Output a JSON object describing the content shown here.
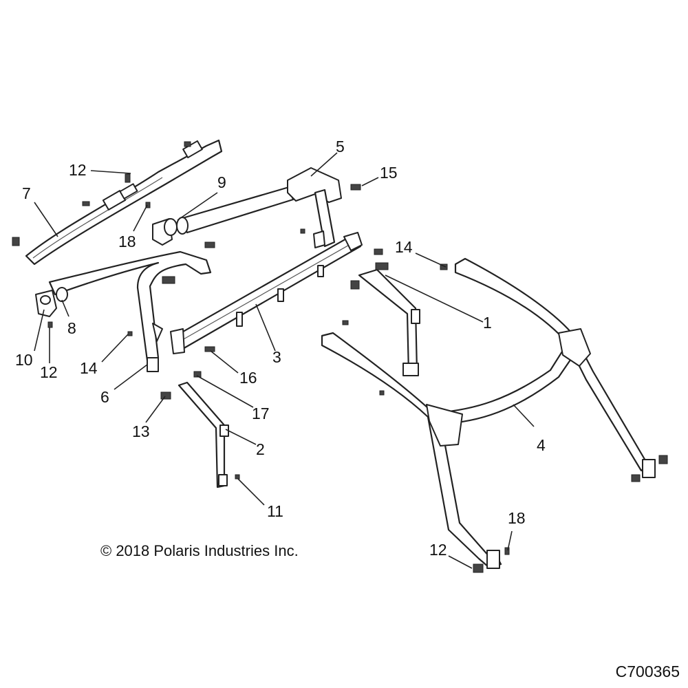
{
  "diagram": {
    "callouts": [
      {
        "id": "c1",
        "label": "1"
      },
      {
        "id": "c2",
        "label": "2"
      },
      {
        "id": "c3",
        "label": "3"
      },
      {
        "id": "c4",
        "label": "4"
      },
      {
        "id": "c5",
        "label": "5"
      },
      {
        "id": "c6",
        "label": "6"
      },
      {
        "id": "c7",
        "label": "7"
      },
      {
        "id": "c8",
        "label": "8"
      },
      {
        "id": "c9",
        "label": "9"
      },
      {
        "id": "c10",
        "label": "10"
      },
      {
        "id": "c11",
        "label": "11"
      },
      {
        "id": "c12a",
        "label": "12"
      },
      {
        "id": "c12b",
        "label": "12"
      },
      {
        "id": "c12c",
        "label": "12"
      },
      {
        "id": "c13",
        "label": "13"
      },
      {
        "id": "c14a",
        "label": "14"
      },
      {
        "id": "c14b",
        "label": "14"
      },
      {
        "id": "c15",
        "label": "15"
      },
      {
        "id": "c16",
        "label": "16"
      },
      {
        "id": "c17",
        "label": "17"
      },
      {
        "id": "c18a",
        "label": "18"
      },
      {
        "id": "c18b",
        "label": "18"
      }
    ],
    "copyright": "© 2018 Polaris Industries Inc.",
    "drawing_id": "C700365"
  }
}
